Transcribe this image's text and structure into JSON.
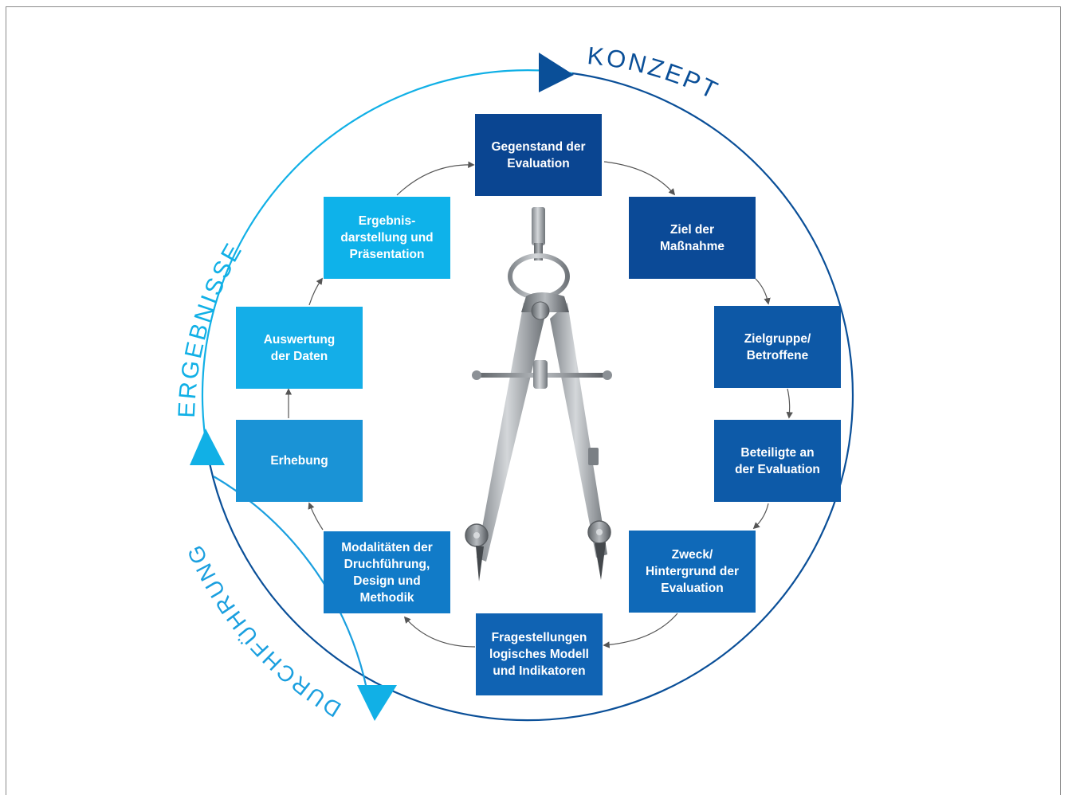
{
  "phases": [
    {
      "label": "KONZEPT",
      "color": "#0a4f98"
    },
    {
      "label": "ERGEBNISSE",
      "color": "#11b0e6"
    },
    {
      "label": "DURCHFÜHRUNG",
      "color": "#1a9fdf"
    }
  ],
  "steps": [
    {
      "label": "Gegenstand der\nEvaluation",
      "color": "#0a4591"
    },
    {
      "label": "Ziel der\nMaßnahme",
      "color": "#0b4a97"
    },
    {
      "label": "Zielgruppe/\nBetroffene",
      "color": "#0d58a6"
    },
    {
      "label": "Beteiligte an\nder Evaluation",
      "color": "#0d5aa8"
    },
    {
      "label": "Zweck/\nHintergrund der\nEvaluation",
      "color": "#0f69b8"
    },
    {
      "label": "Fragestellungen\nlogisches Modell\nund Indikatoren",
      "color": "#1063b3"
    },
    {
      "label": "Modalitäten der\nDruchführung,\nDesign und\nMethodik",
      "color": "#117bc8"
    },
    {
      "label": "Erhebung",
      "color": "#1a93d6"
    },
    {
      "label": "Auswertung\nder Daten",
      "color": "#14aee8"
    },
    {
      "label": "Ergebnis-\ndarstellung und\nPräsentation",
      "color": "#0eb2ea"
    }
  ],
  "colors": {
    "outer_circle_dark": "#0a4f98",
    "outer_circle_light": "#11b0e6",
    "connector": "#555555"
  },
  "center_image": "drafting-compass"
}
